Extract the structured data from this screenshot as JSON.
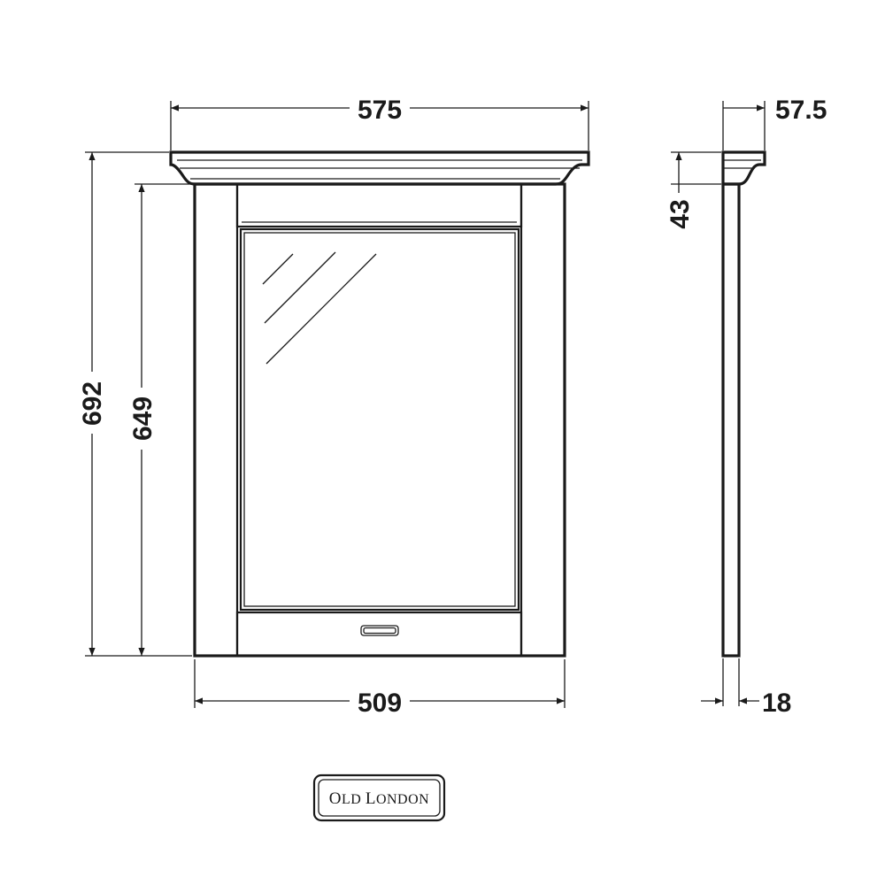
{
  "dimensions": {
    "overall_width": "575",
    "frame_width": "509",
    "overall_height": "692",
    "frame_height": "649",
    "cornice_depth": "57.5",
    "cornice_height": "43",
    "frame_depth": "18"
  },
  "brand": {
    "logo_text": "OLD LONDON",
    "logo_first_initial": "O",
    "logo_first_rest": "LD",
    "logo_second_initial": "L",
    "logo_second_rest": "ONDON"
  },
  "colors": {
    "line": "#1a1a1a",
    "background": "#ffffff"
  }
}
